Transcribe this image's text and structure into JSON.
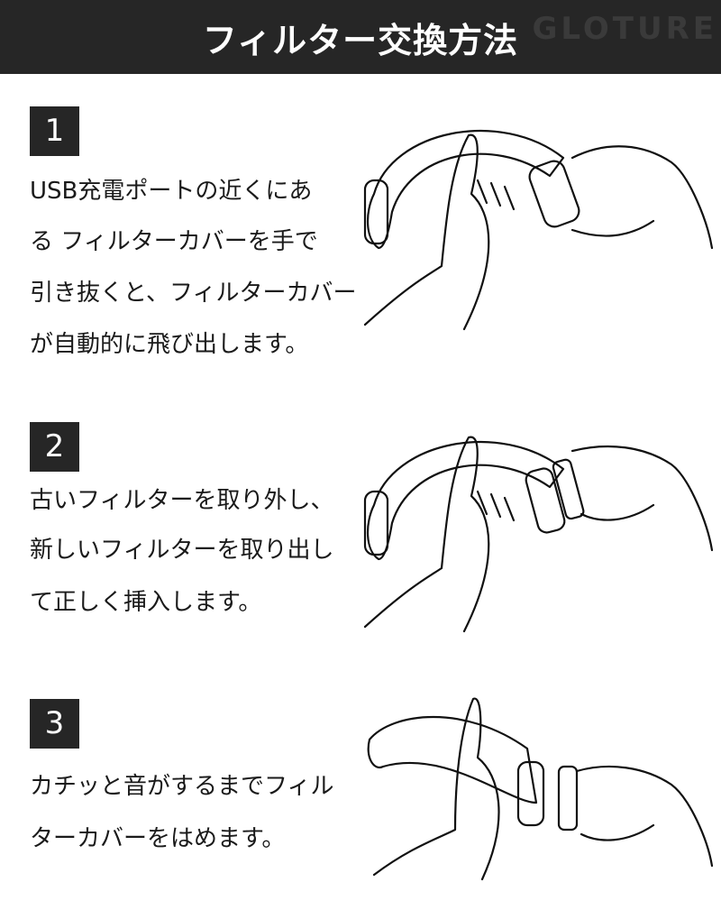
{
  "header": {
    "title": "フィルター交換方法",
    "watermark": "GLOTURE"
  },
  "steps": [
    {
      "number": "1",
      "lines": [
        "USB充電ポートの近くにあ",
        "る フィルターカバーを手で",
        "引き抜くと、フィルターカバー",
        "が自動的に飛び出します。"
      ]
    },
    {
      "number": "2",
      "lines": [
        " 古いフィルターを取り外し、",
        "新しいフィルターを取り出し",
        "て正しく挿入します。"
      ]
    },
    {
      "number": "3",
      "lines": [
        "カチッと音がするまでフィル",
        "ターカバーをはめます。"
      ]
    }
  ]
}
